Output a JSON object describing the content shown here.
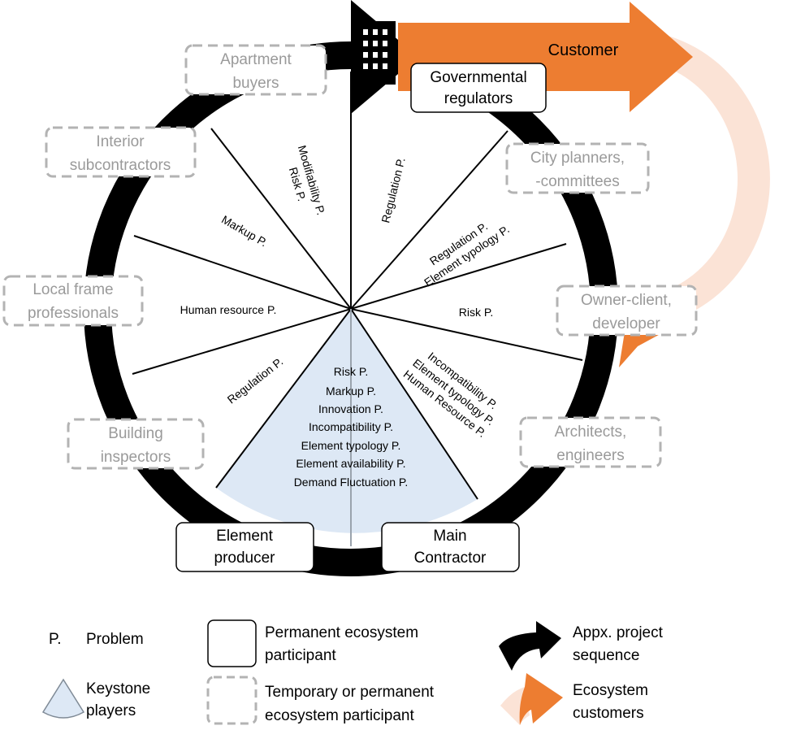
{
  "customer_label": "Customer",
  "solid_participants": {
    "governmental_regulators": [
      "Governmental",
      "regulators"
    ],
    "element_producer": [
      "Element",
      "producer"
    ],
    "main_contractor": [
      "Main",
      "Contractor"
    ]
  },
  "dashed_participants": {
    "apartment_buyers": [
      "Apartment",
      "buyers"
    ],
    "interior_subcontractors": [
      "Interior",
      "subcontractors"
    ],
    "local_frame_professionals": [
      "Local frame",
      "professionals"
    ],
    "building_inspectors": [
      "Building",
      "inspectors"
    ],
    "city_planners": [
      "City planners,",
      "-committees"
    ],
    "owner_client": [
      "Owner-client,",
      "developer"
    ],
    "architects_engineers": [
      "Architects,",
      "engineers"
    ]
  },
  "segments": {
    "modifiability": [
      "Modifiability P.",
      "Risk P."
    ],
    "regulation_top": [
      "Regulation P."
    ],
    "regulation_element": [
      "Regulation P.",
      "Element typology  P."
    ],
    "markup": [
      "Markup P."
    ],
    "human_resource": [
      "Human resource P."
    ],
    "risk_right": [
      "Risk P."
    ],
    "regulation_left": [
      "Regulation P."
    ],
    "incompatibility_group": [
      "Incompatibility P.",
      "Element typology P.",
      "Human Resource P."
    ],
    "keystone": [
      "Risk P.",
      "Markup P.",
      "Innovation P.",
      "Incompatibility P.",
      "Element typology P.",
      "Element availability P.",
      "Demand Fluctuation P."
    ]
  },
  "legend": {
    "p_symbol": "P.",
    "problem": "Problem",
    "keystone": [
      "Keystone",
      "players"
    ],
    "permanent": [
      "Permanent ecosystem",
      "participant"
    ],
    "temporary": [
      "Temporary or permanent",
      "ecosystem participant"
    ],
    "sequence": [
      "Appx. project",
      "sequence"
    ],
    "customers": [
      "Ecosystem",
      "customers"
    ]
  },
  "colors": {
    "ring": "#000000",
    "customer_arrow": "#ED7D31",
    "customer_arc": "#FBE3D6",
    "keystone_fill": "#DDE8F5",
    "dashed_border": "#b3b3b3",
    "dashed_text": "#9a9a9a"
  }
}
